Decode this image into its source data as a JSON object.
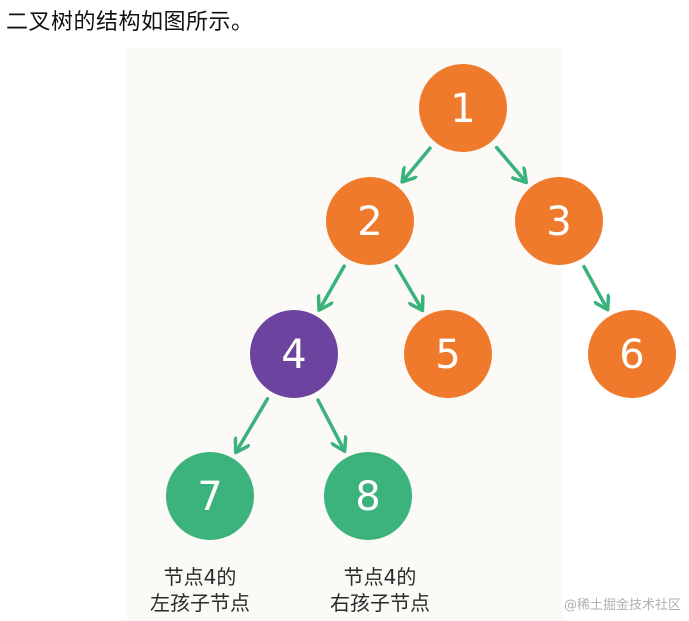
{
  "caption": "二叉树的结构如图所示。",
  "colors": {
    "orange": "#f07a2c",
    "purple": "#6c44a0",
    "green": "#3cb27c",
    "arrow": "#3ab27b"
  },
  "nodes": [
    {
      "id": "1",
      "label": "1",
      "color": "orange"
    },
    {
      "id": "2",
      "label": "2",
      "color": "orange"
    },
    {
      "id": "3",
      "label": "3",
      "color": "orange"
    },
    {
      "id": "4",
      "label": "4",
      "color": "purple"
    },
    {
      "id": "5",
      "label": "5",
      "color": "orange"
    },
    {
      "id": "6",
      "label": "6",
      "color": "orange"
    },
    {
      "id": "7",
      "label": "7",
      "color": "green"
    },
    {
      "id": "8",
      "label": "8",
      "color": "green"
    }
  ],
  "edges": [
    {
      "from": "1",
      "to": "2"
    },
    {
      "from": "1",
      "to": "3"
    },
    {
      "from": "2",
      "to": "4"
    },
    {
      "from": "2",
      "to": "5"
    },
    {
      "from": "3",
      "to": "6"
    },
    {
      "from": "4",
      "to": "7"
    },
    {
      "from": "4",
      "to": "8"
    }
  ],
  "annotations": {
    "left_child": {
      "line1": "节点4的",
      "line2": "左孩子节点"
    },
    "right_child": {
      "line1": "节点4的",
      "line2": "右孩子节点"
    }
  },
  "watermark": "@稀土掘金技术社区"
}
